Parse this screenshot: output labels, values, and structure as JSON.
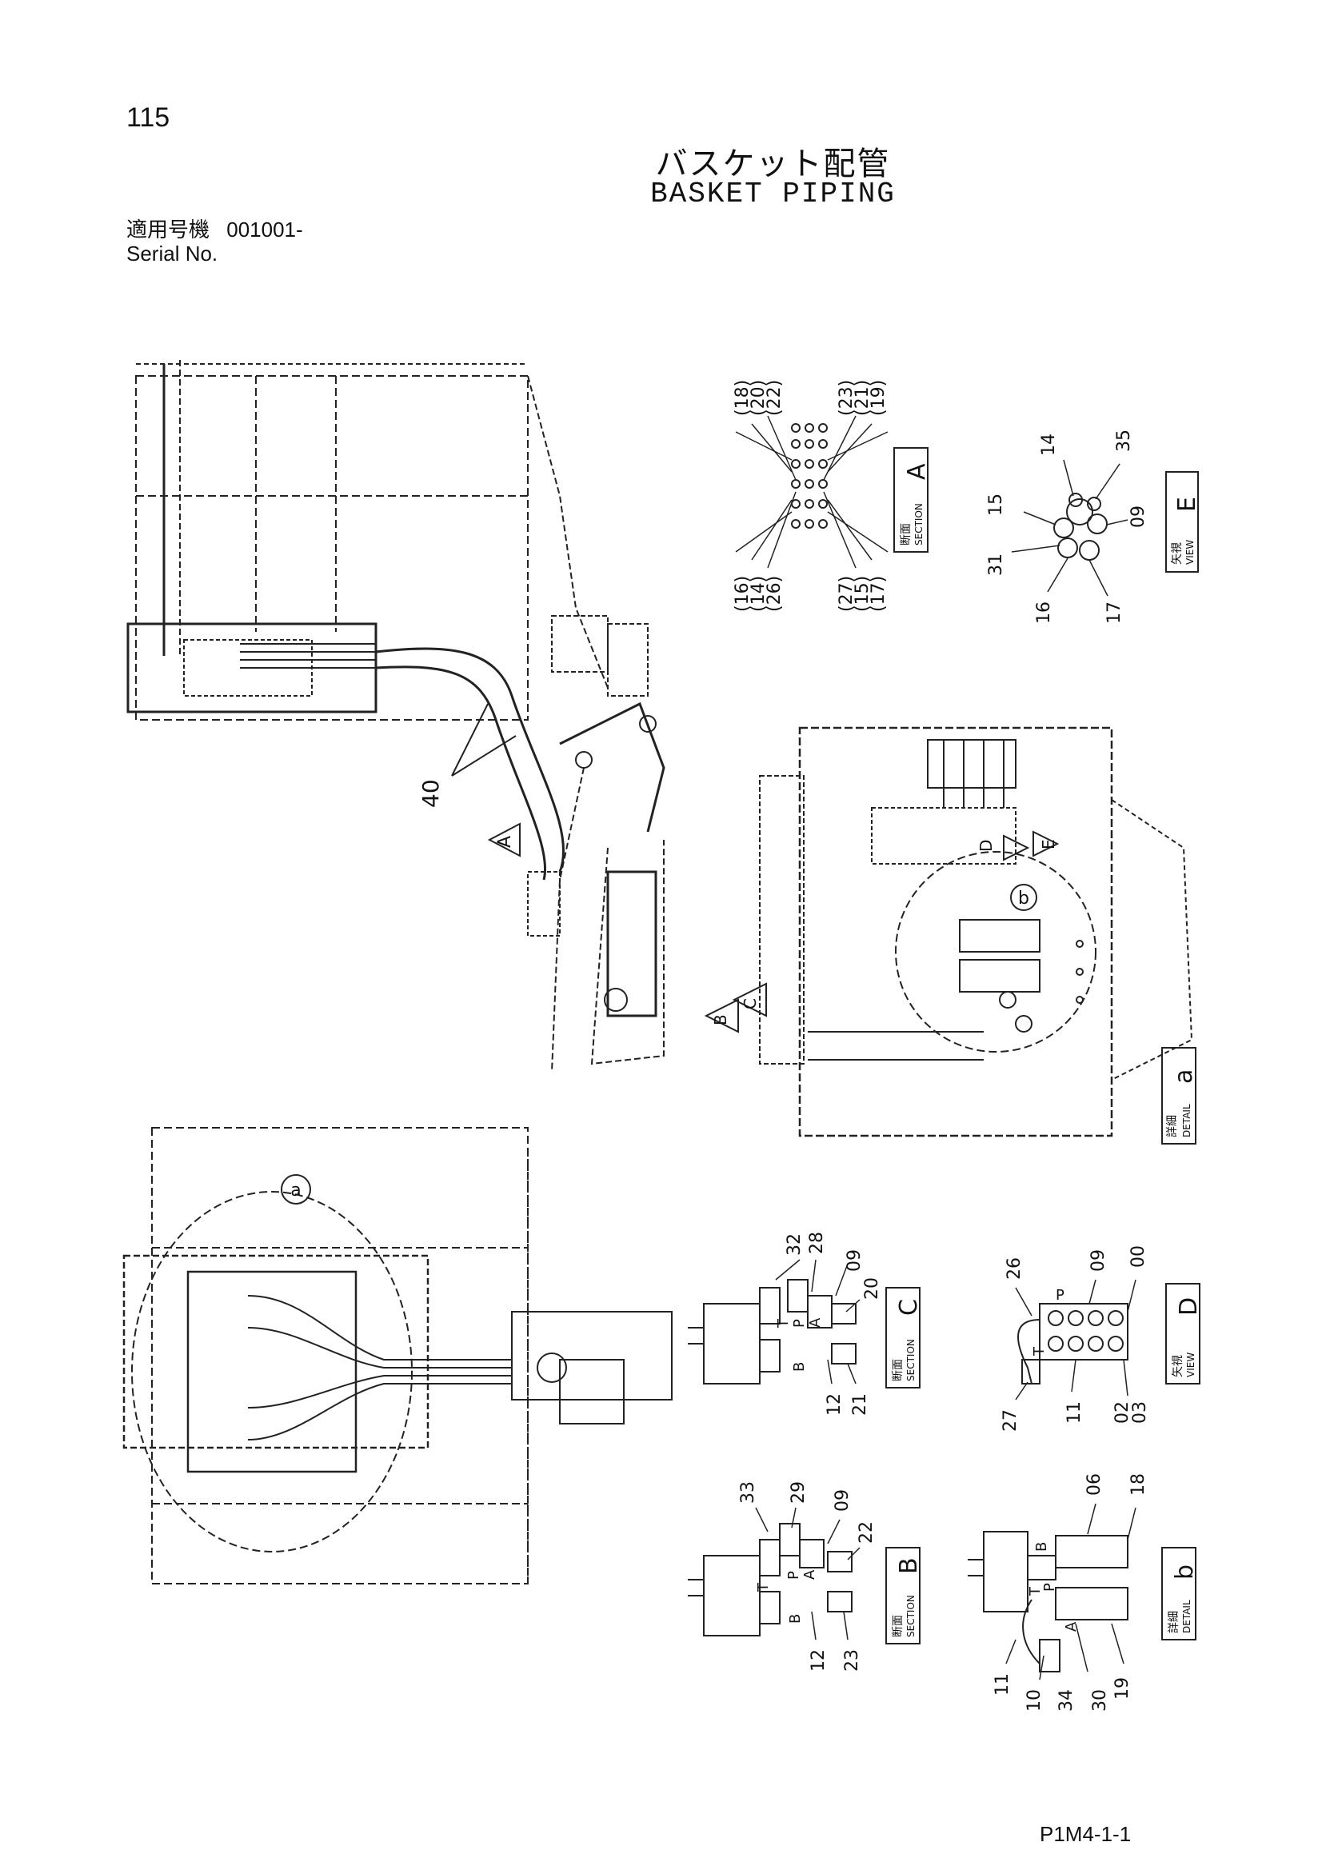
{
  "page_number": "115",
  "title_jp": "バスケット配管",
  "title_en": "BASKET PIPING",
  "serial": {
    "label_jp": "適用号機",
    "label_en": "Serial No.",
    "value": "001001-"
  },
  "drawing_code": "P1M4-1-1",
  "callouts": {
    "c40": "40",
    "a_big": "a",
    "b_circle": "b",
    "arrow_A": "A",
    "arrow_B": "B",
    "arrow_C": "C",
    "arrow_D": "D",
    "arrow_E": "E"
  },
  "section_A": {
    "jp": "断面",
    "label": "SECTION",
    "letter": "A",
    "left_top": [
      "(18)",
      "(20)",
      "(22)"
    ],
    "right_top": [
      "(23)",
      "(21)",
      "(19)"
    ],
    "left_bottom": [
      "(16)",
      "(14)",
      "(26)"
    ],
    "right_bottom": [
      "(27)",
      "(15)",
      "(17)"
    ]
  },
  "view_E": {
    "jp": "矢視",
    "label": "VIEW",
    "letter": "E",
    "parts": [
      "14",
      "35",
      "15",
      "09",
      "31",
      "16",
      "17"
    ]
  },
  "detail_a": {
    "jp": "詳細",
    "label": "DETAIL",
    "letter": "a"
  },
  "section_C": {
    "jp": "断面",
    "label": "SECTION",
    "letter": "C",
    "parts": [
      "32",
      "28",
      "09",
      "20",
      "12",
      "21"
    ],
    "ports": [
      "T",
      "P",
      "A",
      "B"
    ]
  },
  "view_D": {
    "jp": "矢視",
    "label": "VIEW",
    "letter": "D",
    "parts": [
      "26",
      "09",
      "00",
      "27",
      "11",
      "02",
      "03"
    ],
    "ports": [
      "P",
      "T"
    ]
  },
  "section_B": {
    "jp": "断面",
    "label": "SECTION",
    "letter": "B",
    "parts": [
      "33",
      "29",
      "09",
      "22",
      "12",
      "23"
    ],
    "ports": [
      "T",
      "P",
      "A",
      "B"
    ]
  },
  "detail_b": {
    "jp": "詳細",
    "label": "DETAIL",
    "letter": "b",
    "parts": [
      "06",
      "18",
      "11",
      "10",
      "34",
      "30",
      "19"
    ],
    "ports": [
      "B",
      "T",
      "P",
      "A"
    ]
  }
}
